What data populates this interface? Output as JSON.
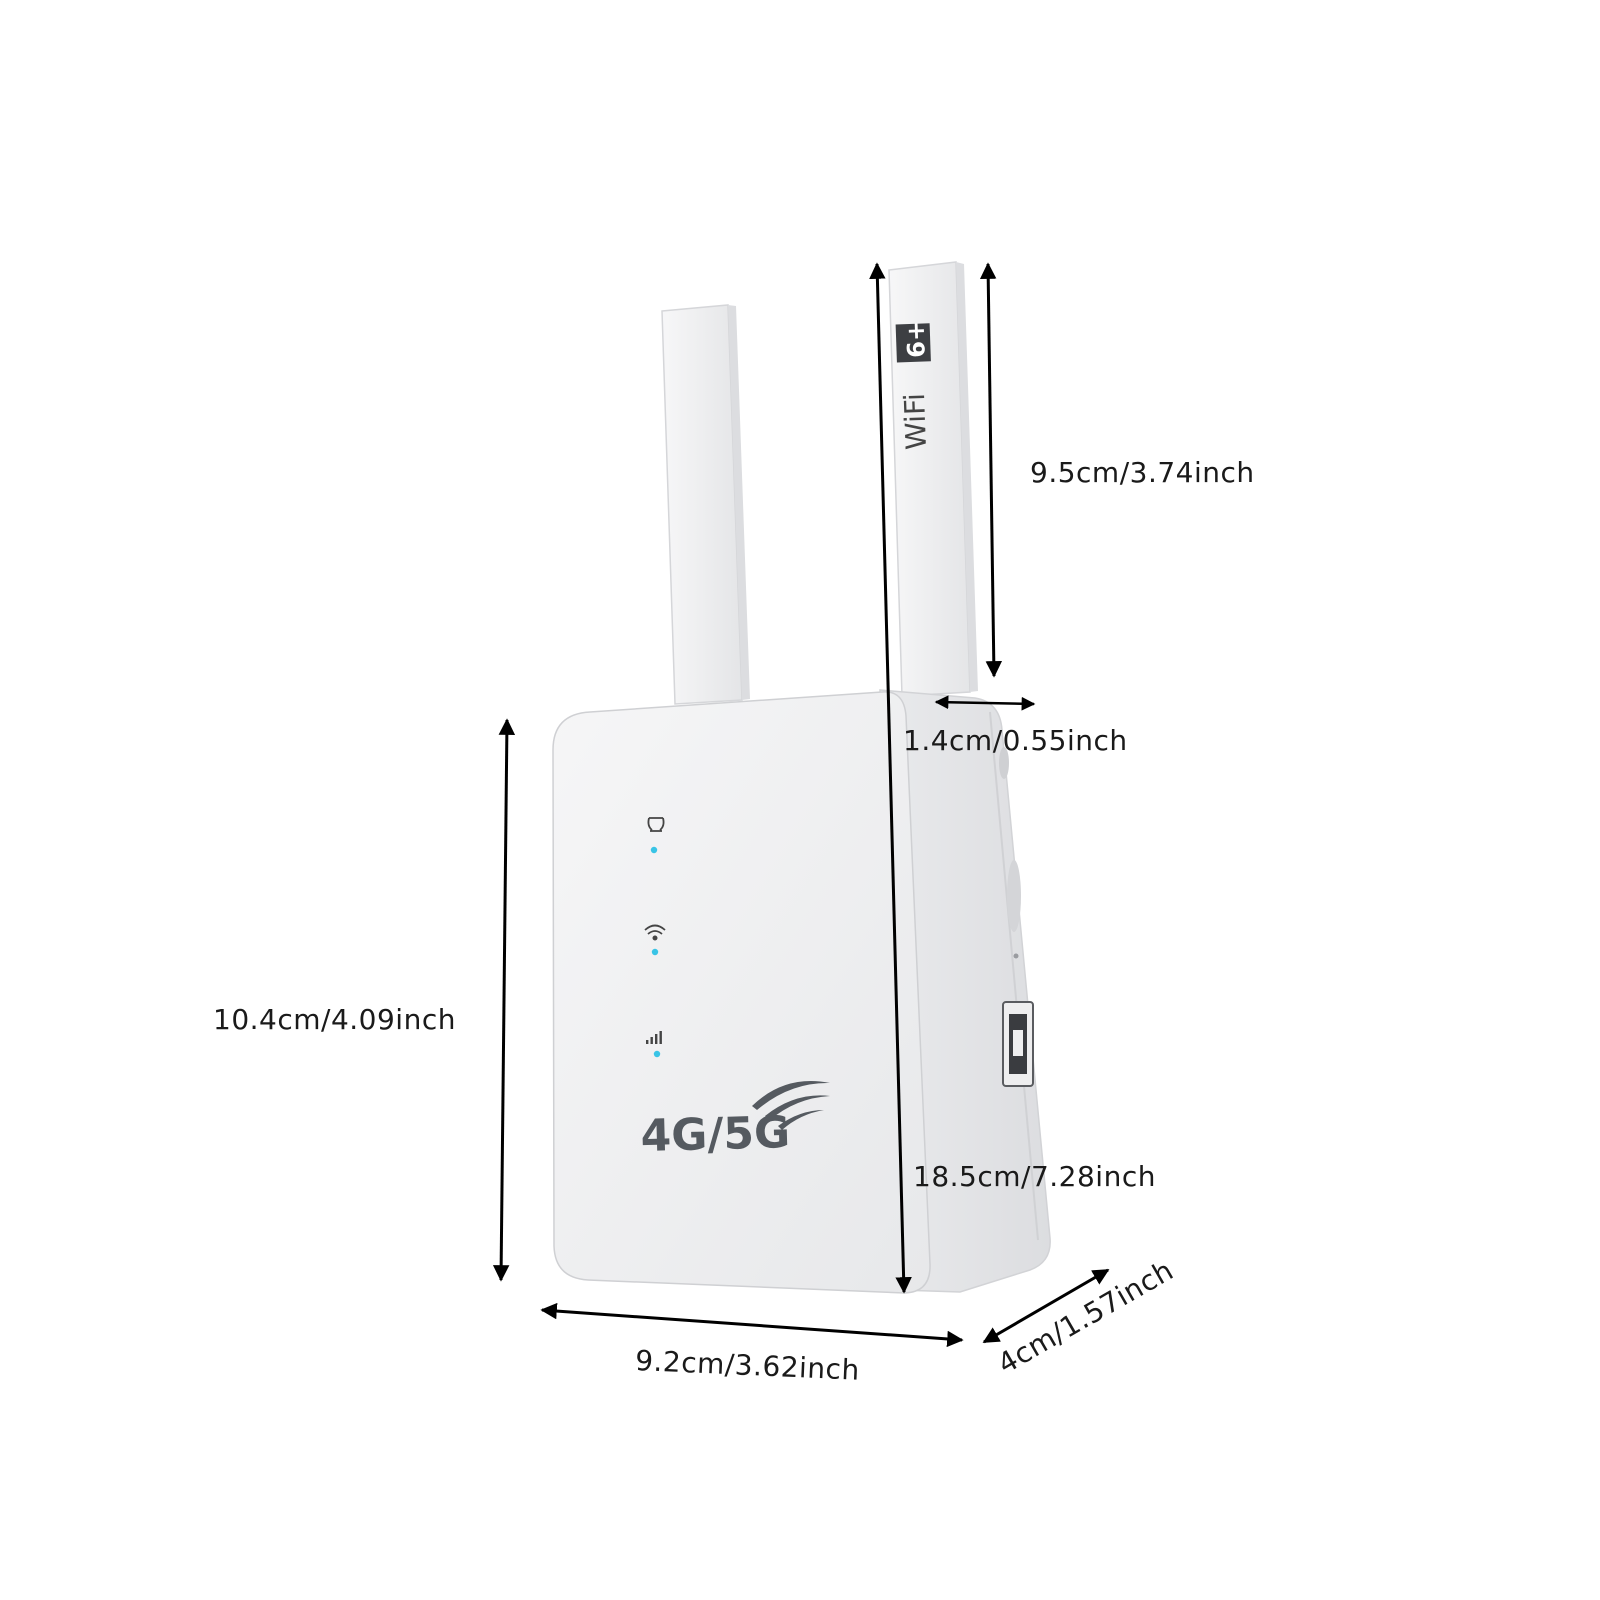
{
  "product": {
    "brand_text": "4G/5G",
    "antenna_text": "WiFi",
    "antenna_badge": "6+",
    "body_color": "#eeeff0",
    "side_color": "#e2e3e5",
    "indicator_color": "#39c4e6",
    "indicators": [
      "phone-icon",
      "wifi-icon",
      "signal-icon"
    ]
  },
  "dimensions": {
    "antenna_height": "9.5cm/3.74inch",
    "antenna_thickness": "1.4cm/0.55inch",
    "body_height": "10.4cm/4.09inch",
    "total_height": "18.5cm/7.28inch",
    "width": "9.2cm/3.62inch",
    "depth": "4cm/1.57inch"
  }
}
